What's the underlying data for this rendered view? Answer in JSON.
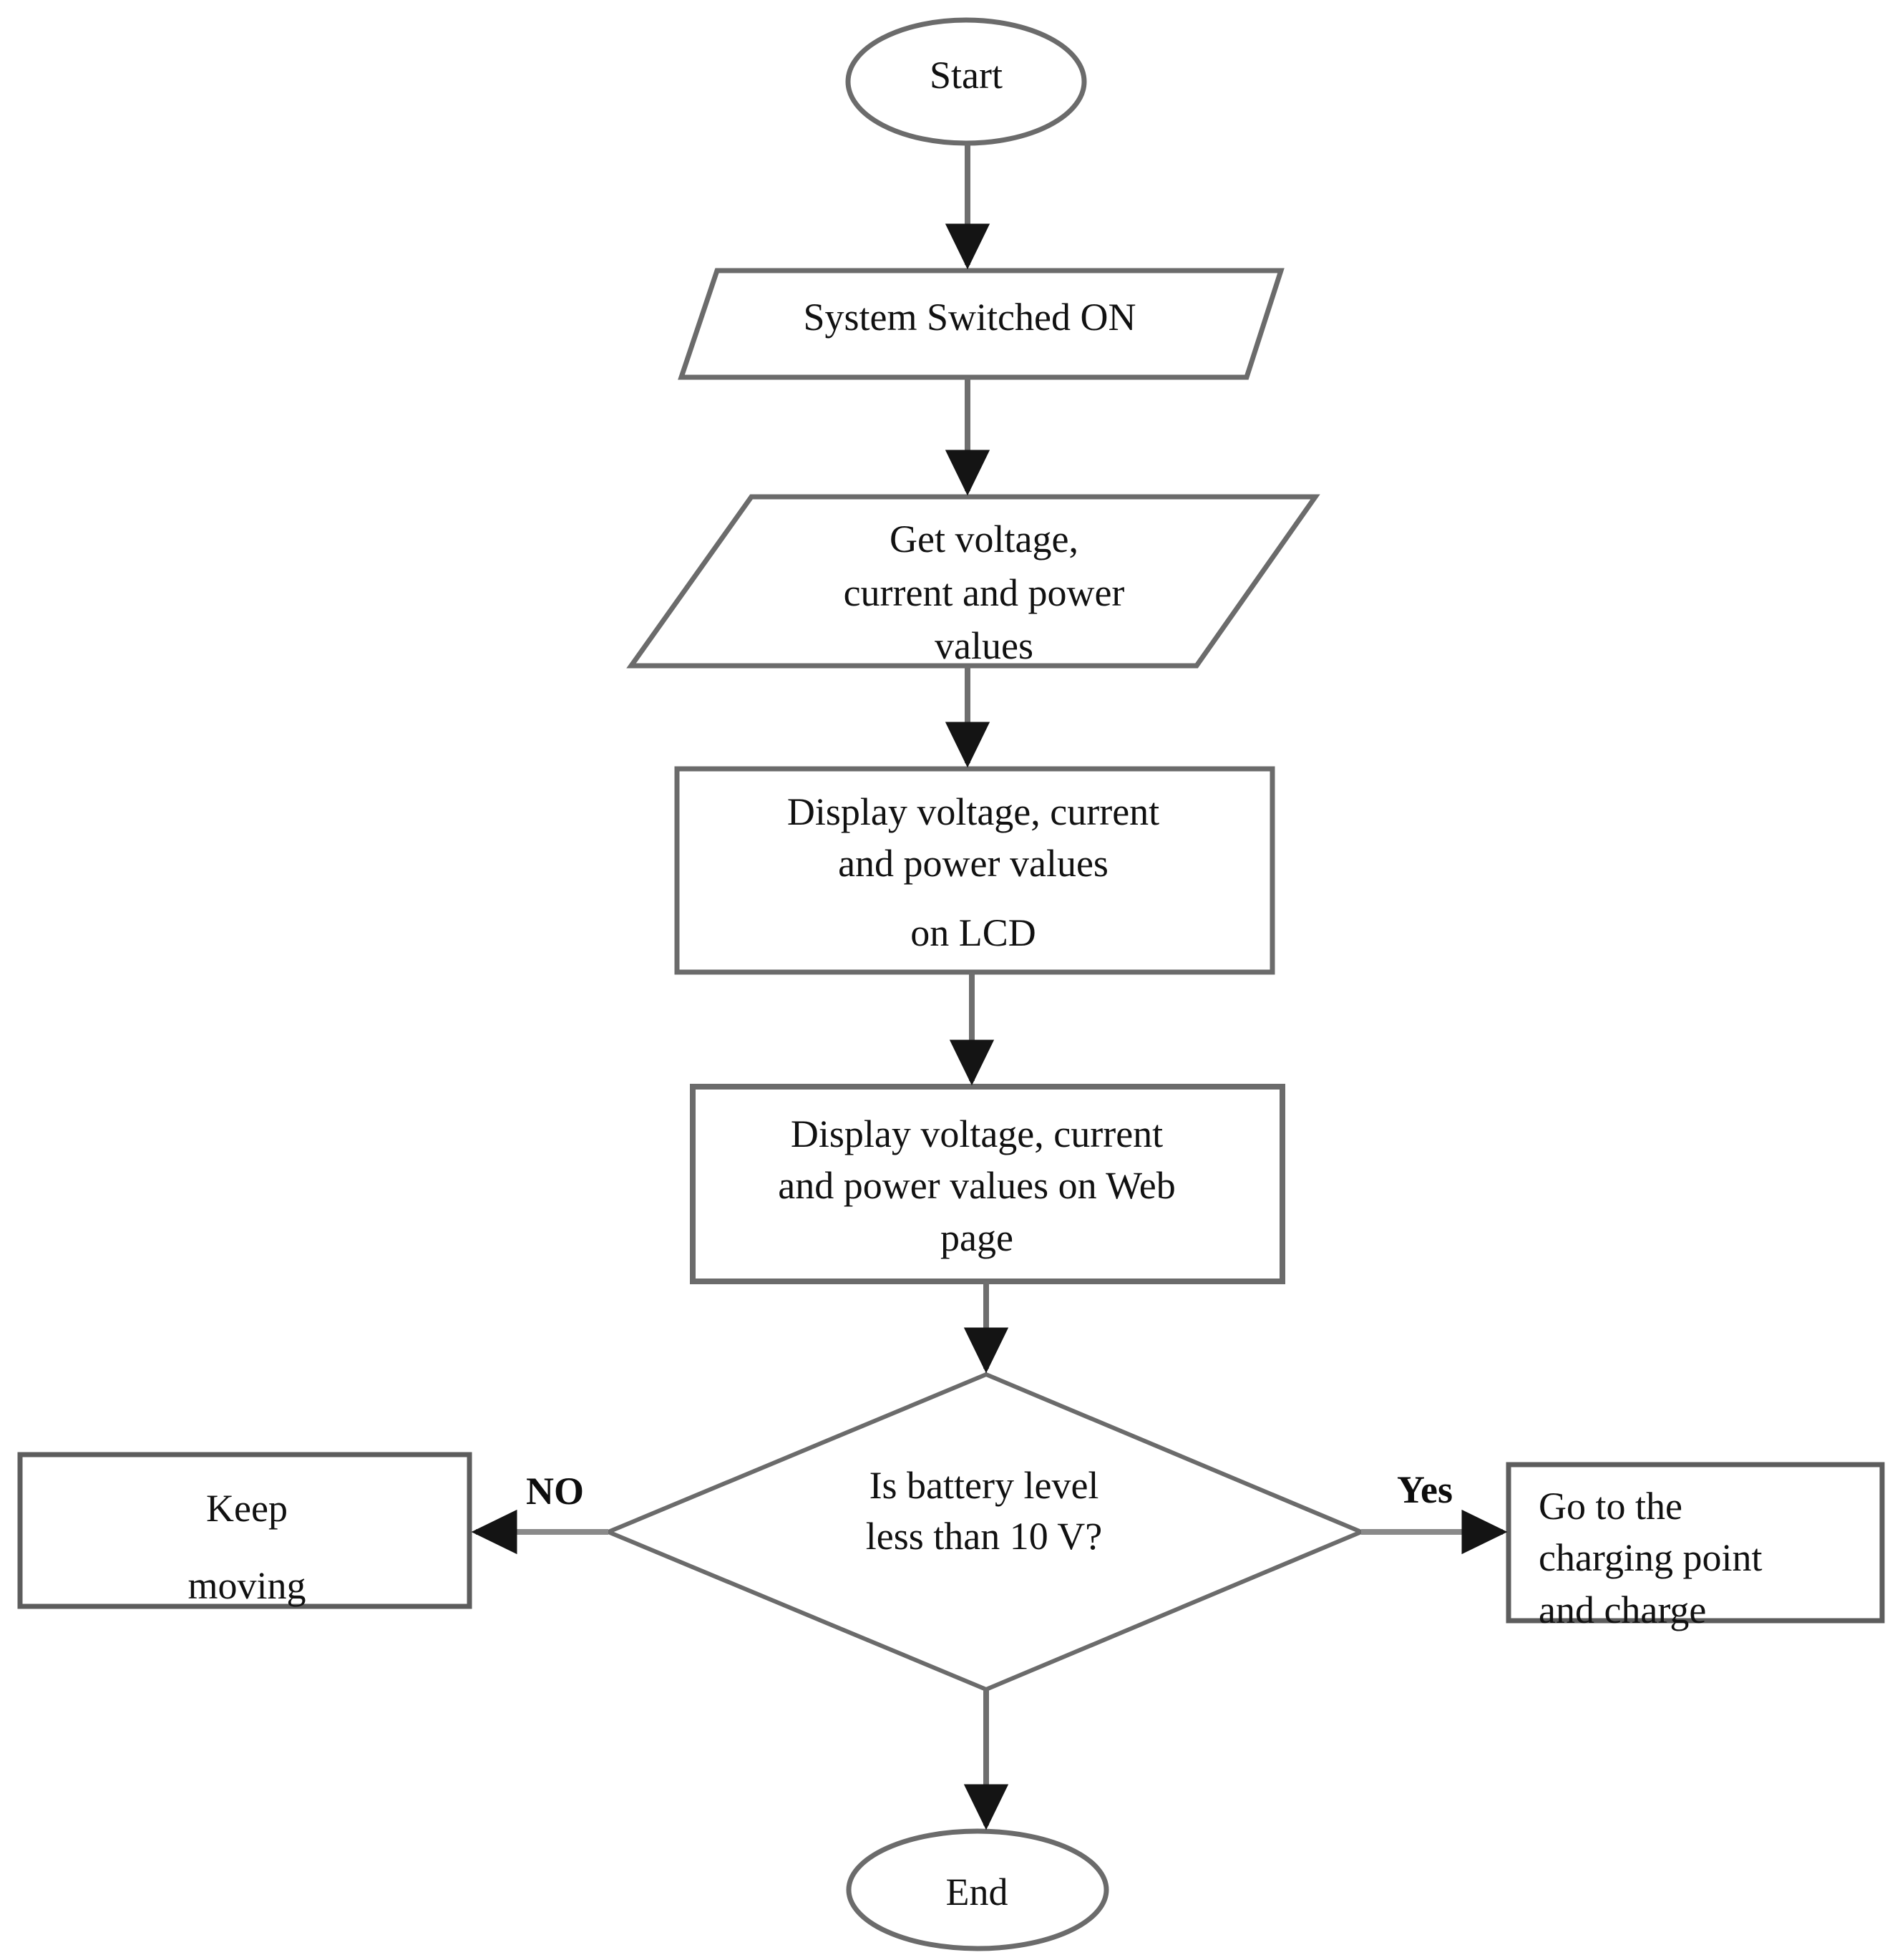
{
  "diagram": {
    "title": "Battery monitoring system flowchart",
    "stroke_color": "#555555",
    "text_color": "#111111",
    "background": "#ffffff"
  },
  "nodes": {
    "start": {
      "label": "Start",
      "shape": "oval"
    },
    "system_on": {
      "label": "System Switched ON",
      "shape": "parallelogram"
    },
    "get_values": {
      "label": "Get voltage,\ncurrent and power\nvalues",
      "shape": "parallelogram"
    },
    "display_lcd": {
      "label_top": "Display voltage, current\nand power values",
      "label_bottom": "on LCD",
      "shape": "rectangle"
    },
    "display_web": {
      "label": "Display voltage, current\nand power values on Web\npage",
      "shape": "rectangle"
    },
    "decision": {
      "label": "Is battery level\nless than 10 V?",
      "shape": "diamond"
    },
    "keep_moving": {
      "label_top": "Keep",
      "label_bottom": "moving",
      "shape": "rectangle"
    },
    "go_charge": {
      "label": "Go to the\ncharging point\nand charge",
      "shape": "rectangle"
    },
    "end": {
      "label": "End",
      "shape": "oval"
    }
  },
  "edges": {
    "no_label": "NO",
    "yes_label": "Yes"
  }
}
